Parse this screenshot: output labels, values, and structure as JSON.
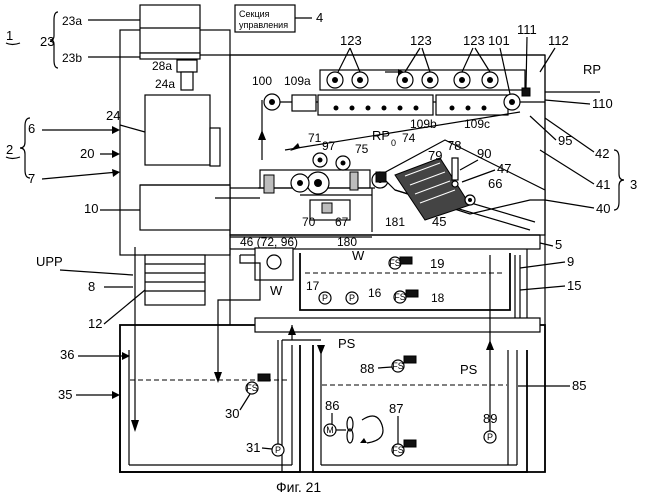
{
  "labels": {
    "l1": "1",
    "l23": "23",
    "l23a": "23a",
    "l23b": "23b",
    "l28a": "28a",
    "l24a": "24a",
    "l24": "24",
    "l6": "6",
    "l2": "2",
    "l20": "20",
    "l7": "7",
    "l10": "10",
    "l4": "4",
    "control_line1": "Секция",
    "control_line2": "управления",
    "l123a": "123",
    "l123b": "123",
    "l123c": "123",
    "l101": "101",
    "l111": "111",
    "l112": "112",
    "lRP1": "RP",
    "l110": "110",
    "l100": "100",
    "l109a": "109a",
    "l109b": "109b",
    "l109c": "109c",
    "l95": "95",
    "l42": "42",
    "l41": "41",
    "l3": "3",
    "l40": "40",
    "l71": "71",
    "l97": "97",
    "l75": "75",
    "lRP2": "RP",
    "l0": "0",
    "l74": "74",
    "l79": "79",
    "l78": "78",
    "l90": "90",
    "l47": "47",
    "l66": "66",
    "l45": "45",
    "l181": "181",
    "l67": "67",
    "l70": "70",
    "l180": "180",
    "l46": "46 (72, 96)",
    "l5": "5",
    "lUPP": "UPP",
    "lW1": "W",
    "l19": "19",
    "l9": "9",
    "l8": "8",
    "lW2": "W",
    "l17": "17",
    "l16": "16",
    "l18": "18",
    "l15": "15",
    "l12": "12",
    "lPS1": "PS",
    "l36": "36",
    "l88": "88",
    "lPS2": "PS",
    "l85": "85",
    "l35": "35",
    "l30": "30",
    "l86": "86",
    "l87": "87",
    "l89": "89",
    "l31": "31",
    "caption": "Фиг. 21"
  },
  "symbols": {
    "pump": "P",
    "sensor": "FS",
    "motor": "M"
  }
}
